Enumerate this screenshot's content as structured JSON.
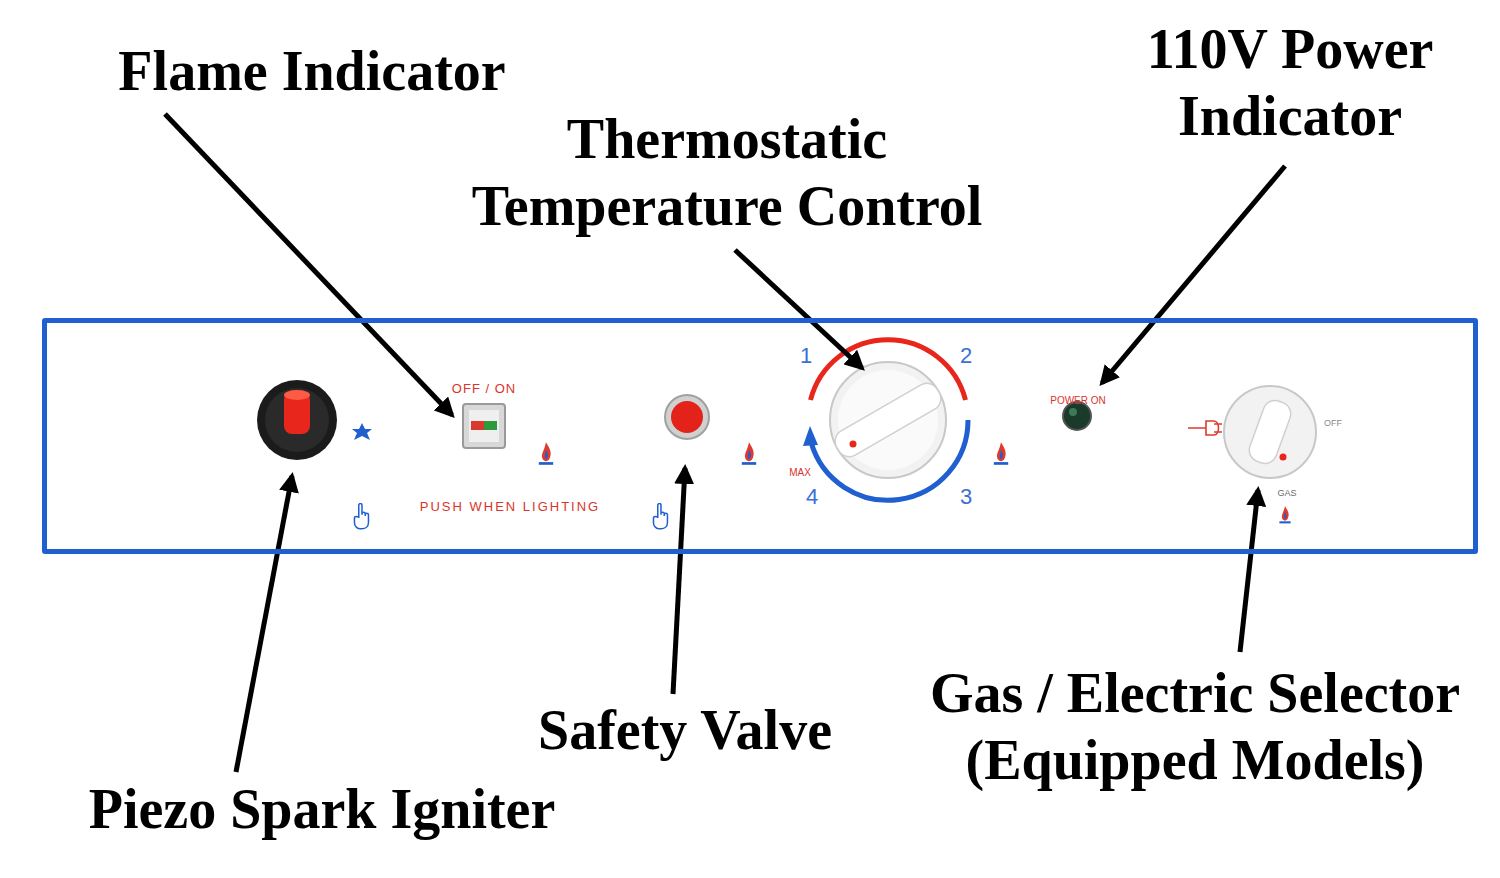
{
  "diagram": {
    "nodes": [
      {
        "text": [
          "OFF / ON",
          "PUSH WHEN LIGHTING",
          "1",
          "2",
          "4",
          "3",
          "MAX",
          "POWER ON",
          "OFF",
          "GAS"
        ]
      }
    ],
    "labels": [
      "Flame Indicator",
      "Thermostatic Temperature Control",
      "110V Power Indicator",
      "Piezo Spark Igniter",
      "Safety Valve",
      "Gas / Electric Selector (Equipped Models)"
    ]
  }
}
